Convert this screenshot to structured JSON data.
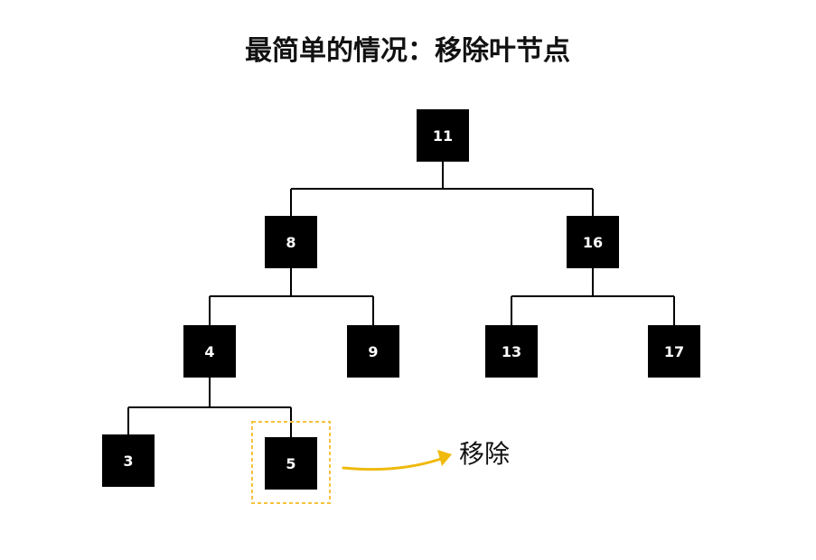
{
  "title": "最简单的情况：移除叶节点",
  "tree": {
    "nodes": [
      {
        "id": "n11",
        "label": "11"
      },
      {
        "id": "n8",
        "label": "8"
      },
      {
        "id": "n16",
        "label": "16"
      },
      {
        "id": "n4",
        "label": "4"
      },
      {
        "id": "n9",
        "label": "9"
      },
      {
        "id": "n13",
        "label": "13"
      },
      {
        "id": "n17",
        "label": "17"
      },
      {
        "id": "n3",
        "label": "3"
      },
      {
        "id": "n5",
        "label": "5"
      }
    ],
    "edges": [
      {
        "parent": "n11",
        "children": [
          "n8",
          "n16"
        ]
      },
      {
        "parent": "n8",
        "children": [
          "n4",
          "n9"
        ]
      },
      {
        "parent": "n16",
        "children": [
          "n13",
          "n17"
        ]
      },
      {
        "parent": "n4",
        "children": [
          "n3",
          "n5"
        ]
      }
    ],
    "highlighted_node": "n5"
  },
  "annotation": {
    "label": "移除"
  },
  "colors": {
    "node_fill": "#000000",
    "node_text": "#ffffff",
    "highlight": "#f5c23a",
    "arrow": "#f0b90b"
  }
}
